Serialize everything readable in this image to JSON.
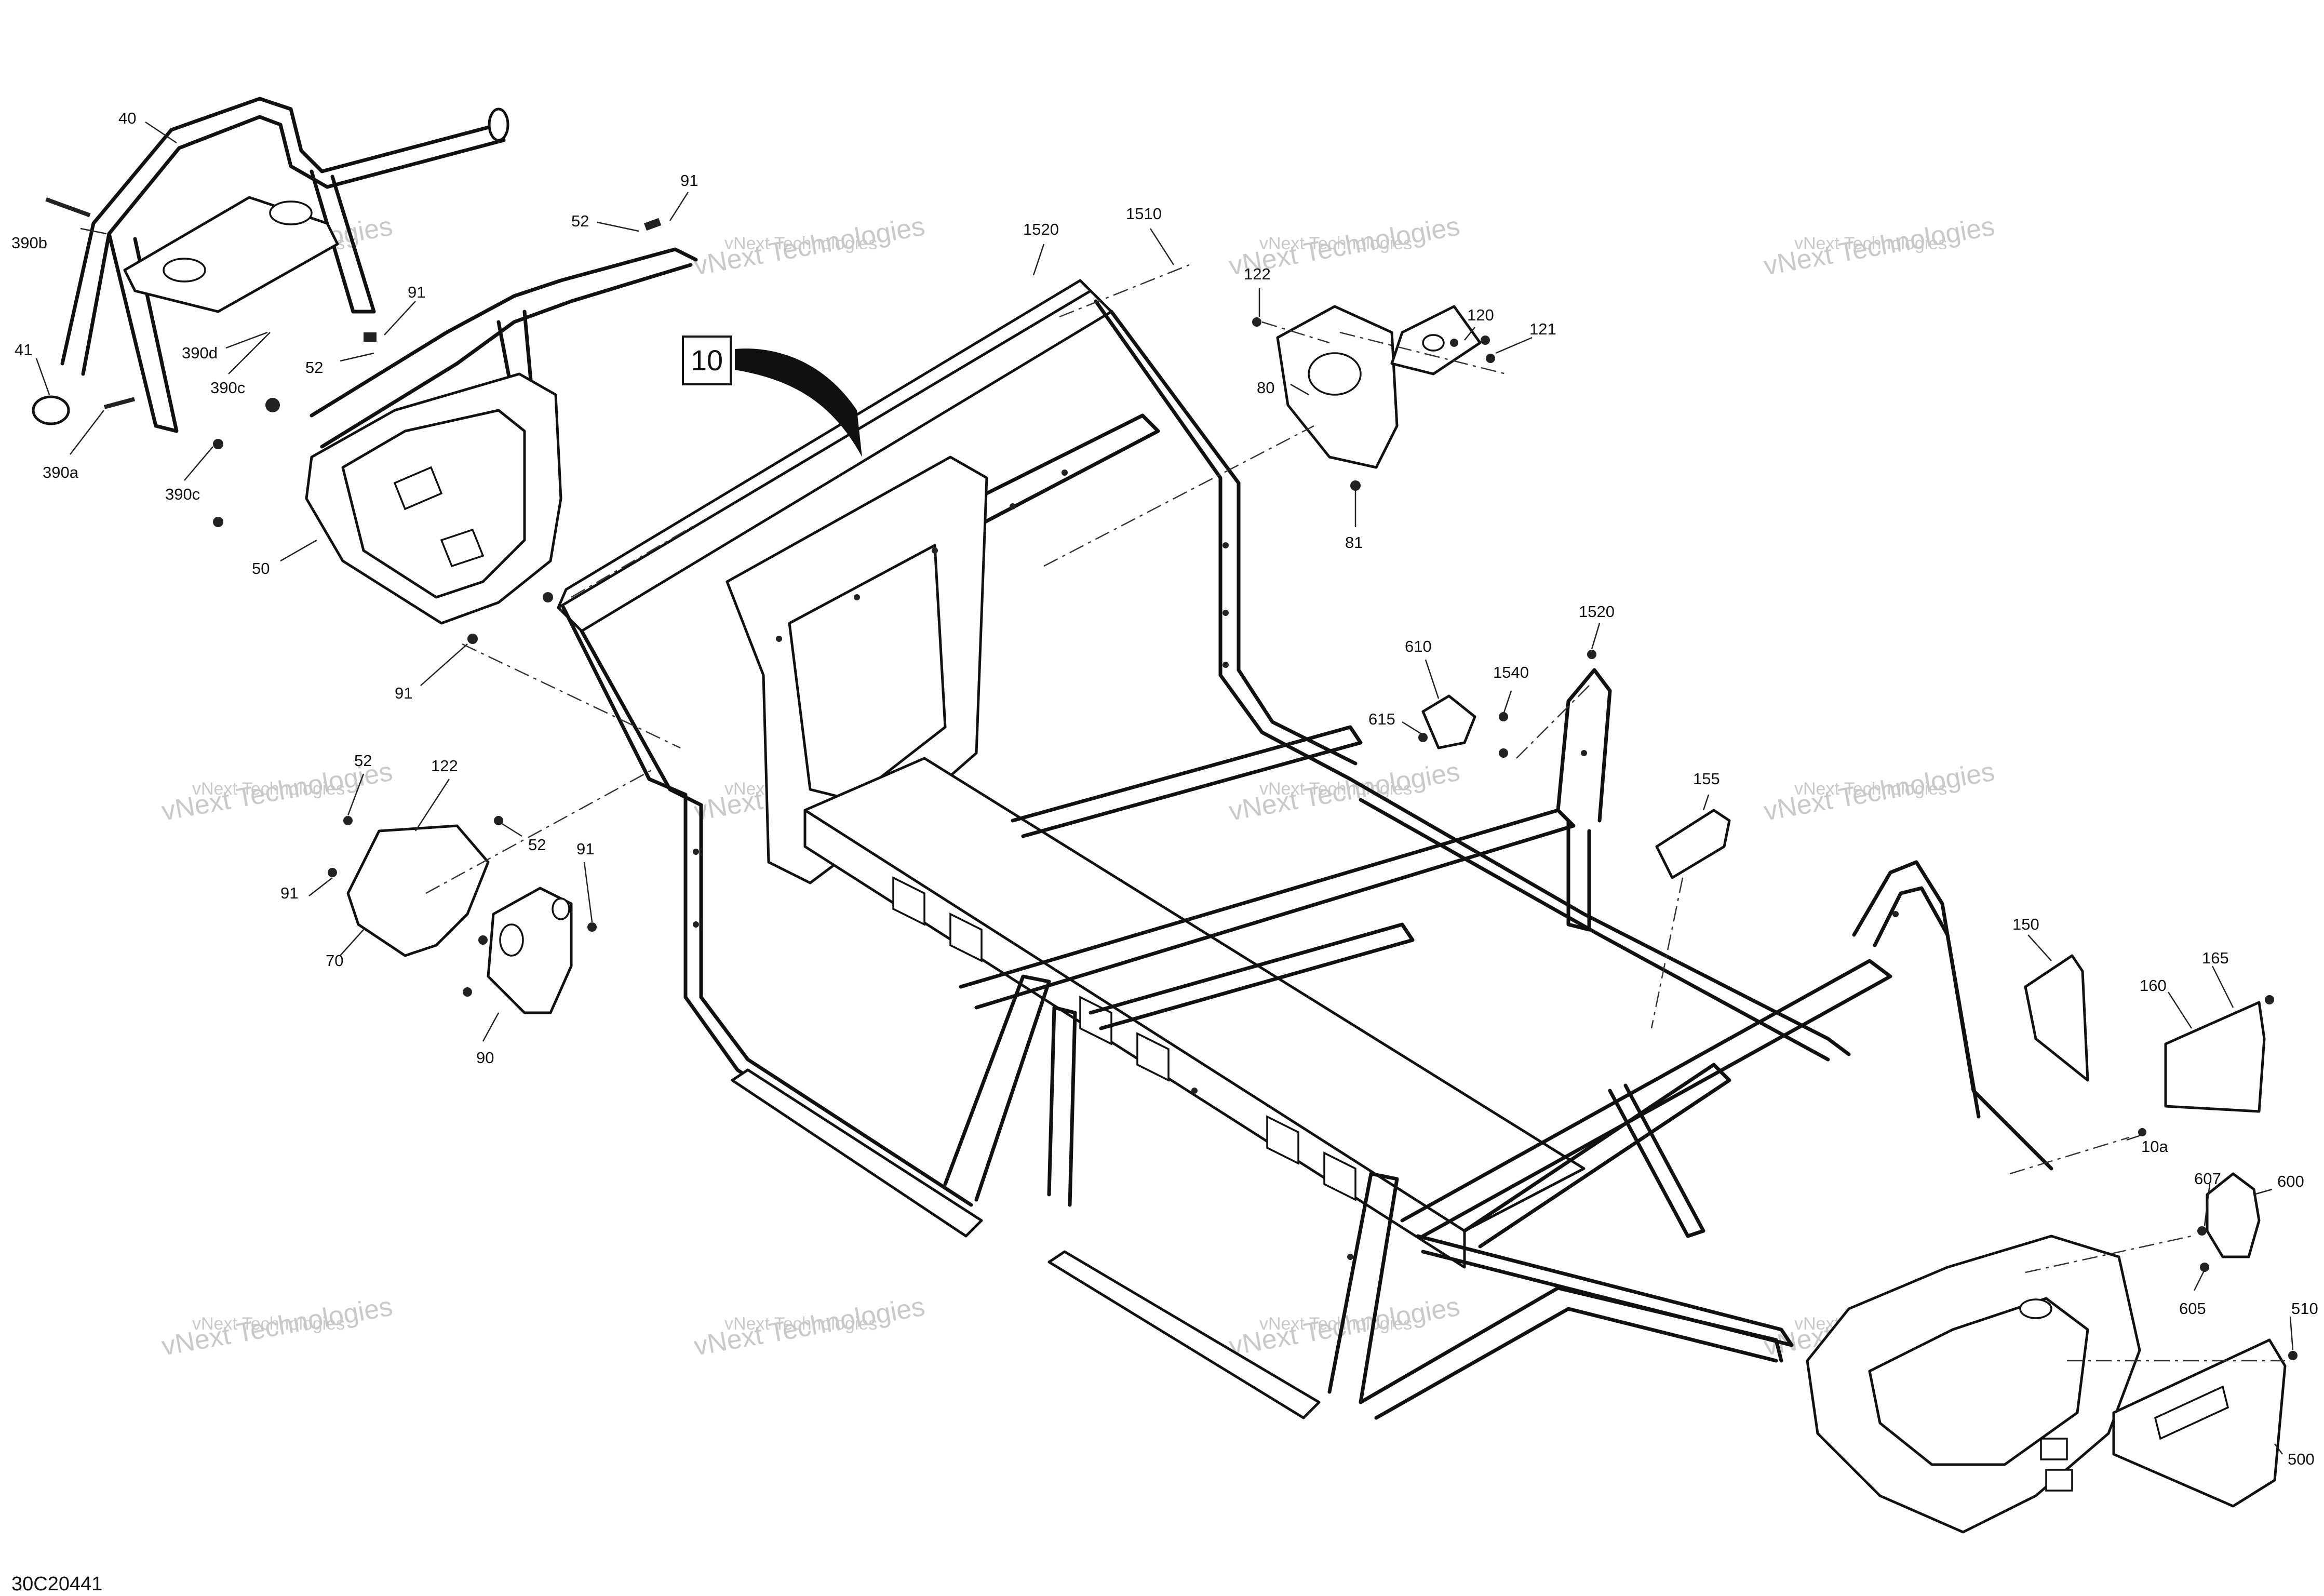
{
  "diagram_code": "30C20441",
  "reference_box": "10",
  "watermark_line1": "vNext Technologies",
  "watermark_line2": "vNext Technologies",
  "callouts": [
    {
      "id": "c40",
      "label": "40"
    },
    {
      "id": "c390b",
      "label": "390b"
    },
    {
      "id": "c41",
      "label": "41"
    },
    {
      "id": "c390d",
      "label": "390d"
    },
    {
      "id": "c390c_a",
      "label": "390c"
    },
    {
      "id": "c390a",
      "label": "390a"
    },
    {
      "id": "c390c_b",
      "label": "390c"
    },
    {
      "id": "c52_a",
      "label": "52"
    },
    {
      "id": "c91_a",
      "label": "91"
    },
    {
      "id": "c91_b",
      "label": "91"
    },
    {
      "id": "c52_b",
      "label": "52"
    },
    {
      "id": "c50",
      "label": "50"
    },
    {
      "id": "c91_c",
      "label": "91"
    },
    {
      "id": "c1520_a",
      "label": "1520"
    },
    {
      "id": "c1510",
      "label": "1510"
    },
    {
      "id": "c122_a",
      "label": "122"
    },
    {
      "id": "c120",
      "label": "120"
    },
    {
      "id": "c121",
      "label": "121"
    },
    {
      "id": "c80",
      "label": "80"
    },
    {
      "id": "c81",
      "label": "81"
    },
    {
      "id": "c1520_b",
      "label": "1520"
    },
    {
      "id": "c610",
      "label": "610"
    },
    {
      "id": "c1540",
      "label": "1540"
    },
    {
      "id": "c615",
      "label": "615"
    },
    {
      "id": "c155",
      "label": "155"
    },
    {
      "id": "c52_c",
      "label": "52"
    },
    {
      "id": "c122_b",
      "label": "122"
    },
    {
      "id": "c91_d",
      "label": "91"
    },
    {
      "id": "c52_d",
      "label": "52"
    },
    {
      "id": "c91_e",
      "label": "91"
    },
    {
      "id": "c70",
      "label": "70"
    },
    {
      "id": "c90",
      "label": "90"
    },
    {
      "id": "c150",
      "label": "150"
    },
    {
      "id": "c165",
      "label": "165"
    },
    {
      "id": "c160",
      "label": "160"
    },
    {
      "id": "c10a",
      "label": "10a"
    },
    {
      "id": "c607",
      "label": "607"
    },
    {
      "id": "c600",
      "label": "600"
    },
    {
      "id": "c605",
      "label": "605"
    },
    {
      "id": "c510",
      "label": "510"
    },
    {
      "id": "c500",
      "label": "500"
    }
  ]
}
